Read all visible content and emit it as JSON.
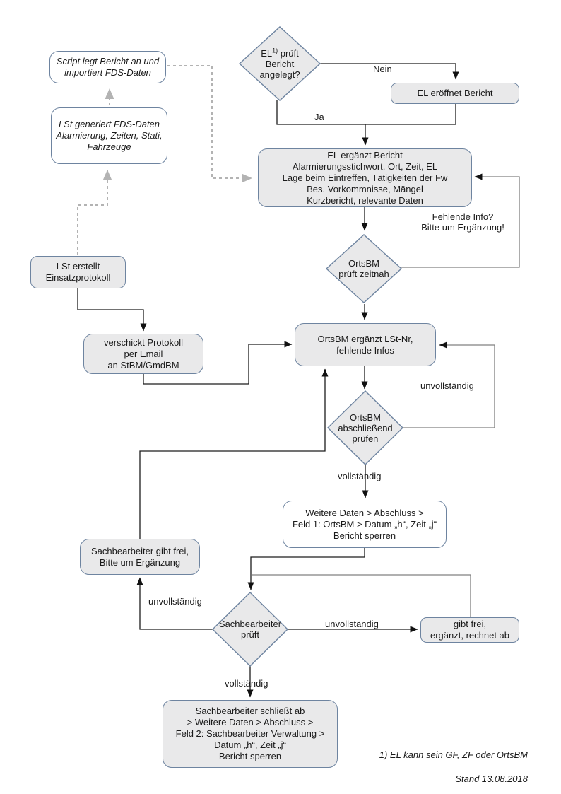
{
  "diagram": {
    "boxes": {
      "script": "Script legt Bericht an und\nimportiert FDS-Daten",
      "lst_generiert": "LSt generiert FDS-Daten\nAlarmierung, Zeiten, Stati,\nFahrzeuge",
      "el_eroeffnet": "EL eröffnet Bericht",
      "el_ergaenzt": "EL ergänzt Bericht\nAlarmierungsstichwort, Ort, Zeit, EL\nLage beim Eintreffen, Tätigkeiten der Fw\nBes. Vorkommnisse, Mängel\nKurzbericht, relevante Daten",
      "lst_erstellt": "LSt erstellt\nEinsatzprotokoll",
      "verschickt": "verschickt Protokoll\nper Email\nan StBM/GmdBM",
      "ortsbm_ergaenzt": "OrtsBM ergänzt LSt-Nr,\nfehlende Infos",
      "feld1": "Weitere Daten > Abschluss >\nFeld 1: OrtsBM > Datum „h“, Zeit „j“\nBericht sperren",
      "sachbearbeiter_gibt_frei": "Sachbearbeiter gibt frei,\nBitte um Ergänzung",
      "gibt_frei_rechnet_ab": "gibt frei,\nergänzt, rechnet ab",
      "schliesst_ab": "Sachbearbeiter schließt ab\n> Weitere Daten > Abschluss >\nFeld 2: Sachbearbeiter Verwaltung >\nDatum „h“, Zeit „j“\nBericht sperren"
    },
    "decisions": {
      "el_prueft": {
        "pre": "EL",
        "sup": "1)",
        "post": " prüft",
        "rest": "Bericht\nangelegt?"
      },
      "ortsbm_zeitnah": "OrtsBM\nprüft zeitnah",
      "ortsbm_abschliessend": "OrtsBM\nabschließend\nprüfen",
      "sachbearbeiter_prueft": "Sachbearbeiter\nprüft"
    },
    "labels": {
      "nein": "Nein",
      "ja": "Ja",
      "fehlende_info": "Fehlende Info?\nBitte um Ergänzung!",
      "unvollstaendig_loop": "unvollständig",
      "vollstaendig_1": "vollständig",
      "unvollstaendig_left": "unvollständig",
      "unvollstaendig_mid": "unvollständig",
      "vollstaendig_2": "vollständig"
    },
    "footnote": {
      "line1": "1) EL kann sein GF, ZF oder OrtsBM",
      "line2": "Stand 13.08.2018"
    },
    "colors": {
      "box_fill": "#e9e9ea",
      "box_border": "#6e84a0",
      "white_fill": "#ffffff",
      "line": "#1c1c1c",
      "loop_line": "#808080",
      "dashed_line": "#b3b3b3"
    }
  }
}
